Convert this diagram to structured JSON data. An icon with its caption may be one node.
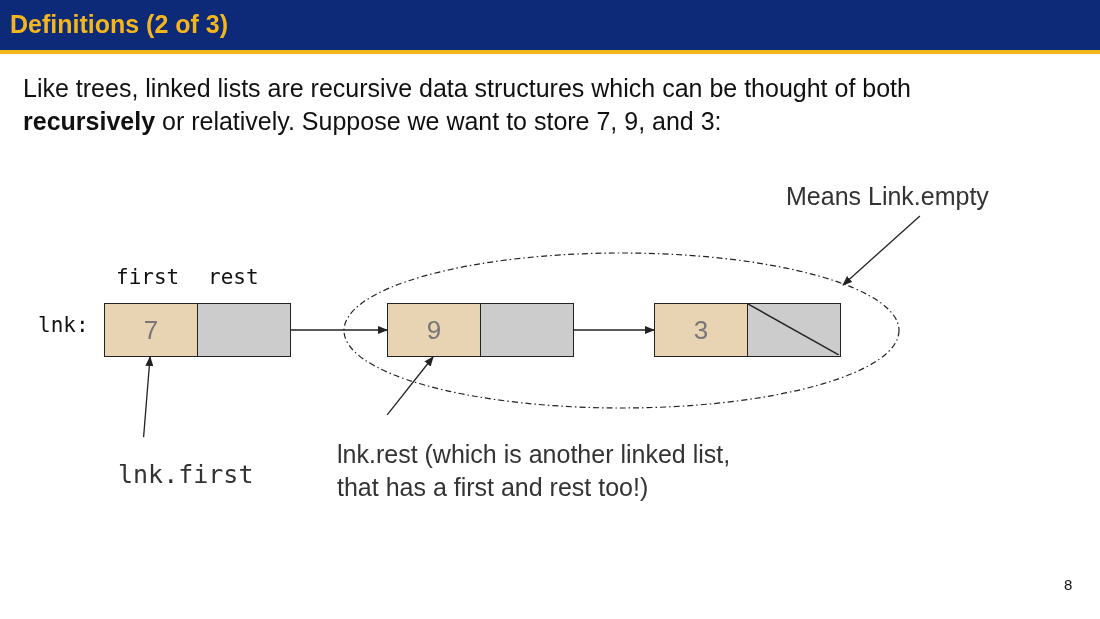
{
  "diagram": {
    "title": "Definitions (2 of 3)",
    "nodes": [
      {
        "text": [
          "7"
        ]
      },
      {
        "text": [],
        "shape": "box"
      },
      {
        "text": [],
        "shape": "ellipse"
      },
      {
        "text": [
          "9"
        ],
        "in": 2
      },
      {
        "text": [],
        "shape": "box",
        "in": 2
      },
      {
        "text": [
          "3"
        ],
        "in": 2
      },
      {
        "text": [],
        "shape": "box",
        "in": 2
      },
      {
        "text": [
          "Means Link.empty"
        ]
      },
      {
        "text": [
          "lnk.first"
        ]
      },
      {
        "text": [
          "lnk.rest (which is another linked list, that has a first and rest too!)"
        ]
      }
    ],
    "edges": [
      {
        "from": 1,
        "to": 3,
        "arrow": "to"
      },
      {
        "from": 4,
        "to": 5,
        "arrow": "to"
      },
      {
        "from": 8,
        "to": 0,
        "arrow": "to"
      },
      {
        "from": 9,
        "to": 3,
        "arrow": "to"
      },
      {
        "from": 7,
        "to": 2,
        "arrow": "to"
      }
    ],
    "labels": [
      "Like trees, linked lists are recursive data structures which can be thought of both **recursively** or relatively. Suppose we want to store 7, 9, and 3:",
      "first",
      "rest",
      "lnk:",
      "8"
    ]
  }
}
